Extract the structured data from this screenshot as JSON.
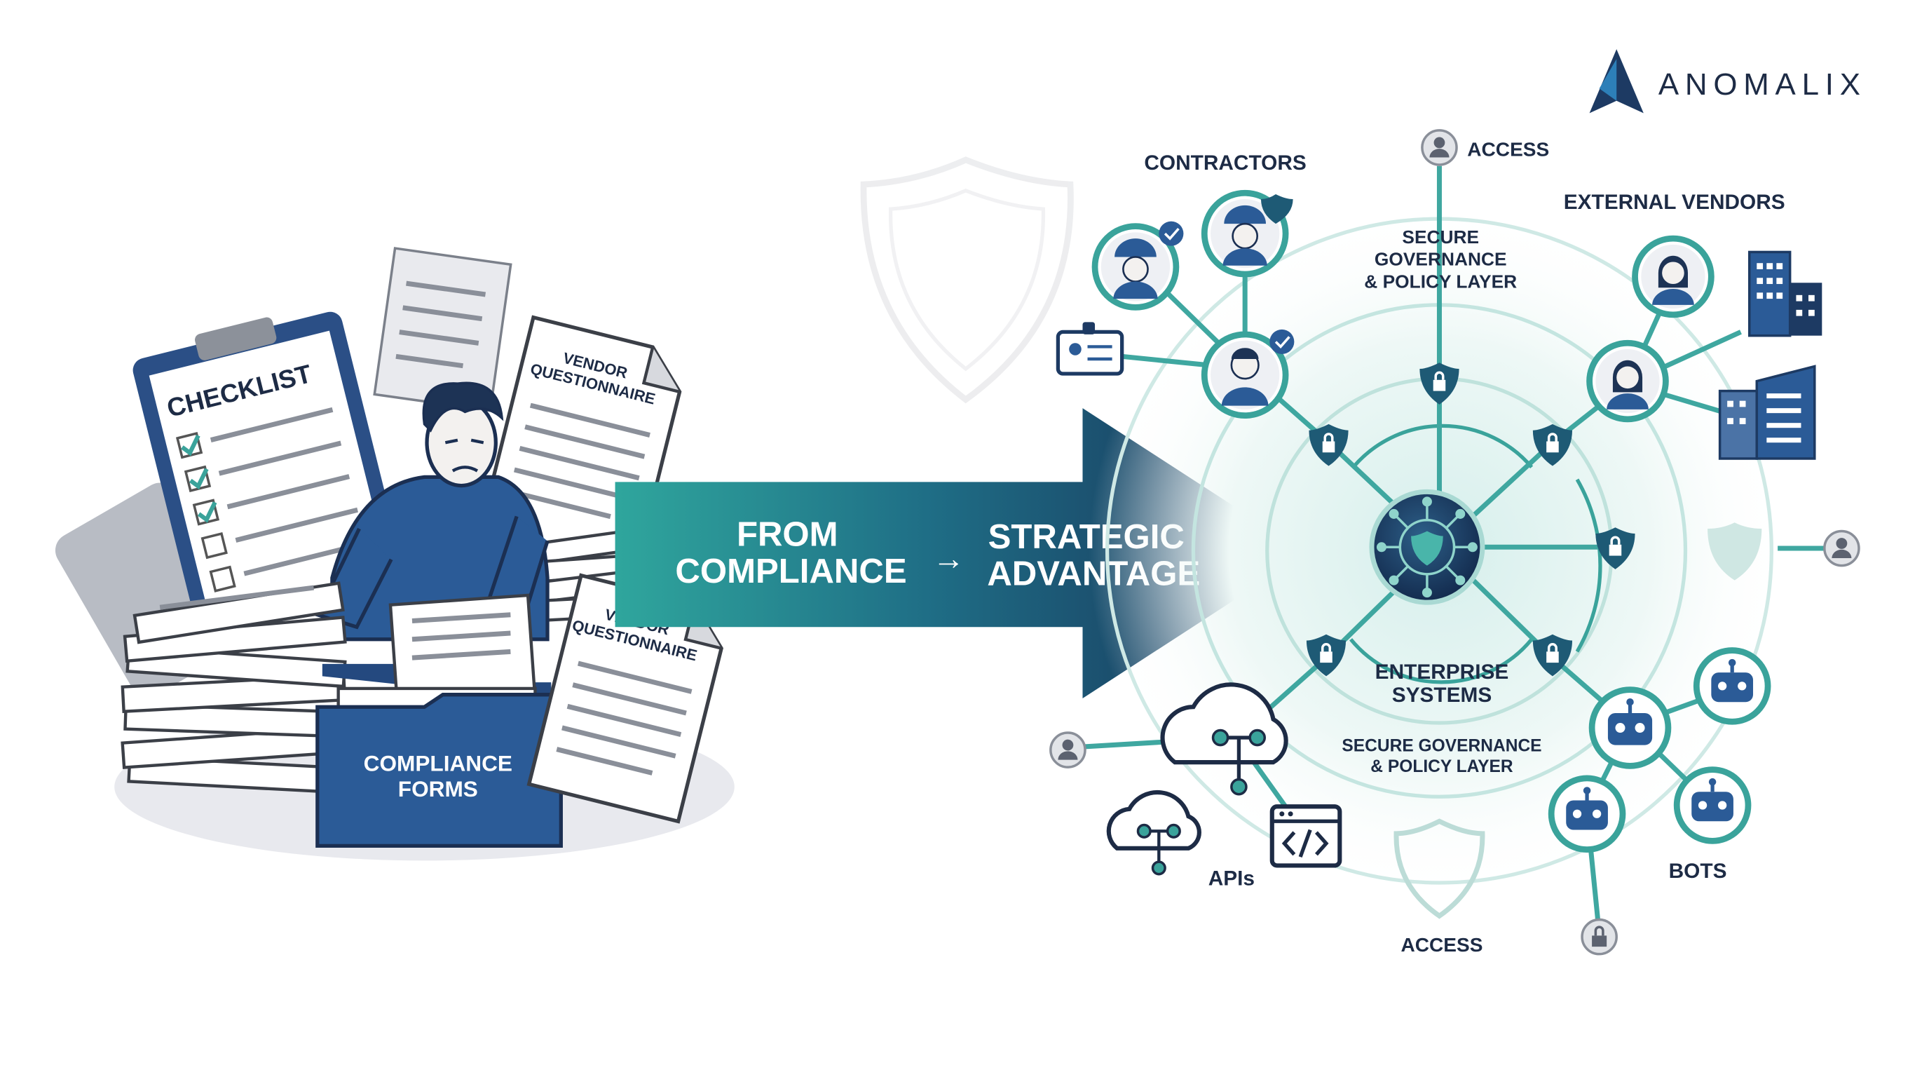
{
  "brand": {
    "name": "ANOMALIX"
  },
  "left_panel": {
    "checklist_title": "CHECKLIST",
    "questionnaire_1": "VENDOR QUESTIONNAIRE",
    "questionnaire_2": "VENDOR QUESTIONNAIRE",
    "folder_line_1": "COMPLIANCE",
    "folder_line_2": "FORMS"
  },
  "arrow": {
    "from_line_1": "FROM",
    "from_line_2": "COMPLIANCE",
    "connector": "→",
    "to_line_1": "STRATEGIC",
    "to_line_2": "ADVANTAGE"
  },
  "network": {
    "hub_line_1": "ENTERPRISE",
    "hub_line_2": "SYSTEMS",
    "inner_layer_line_1": "SECURE GOVERNANCE",
    "inner_layer_line_2": "& POLICY LAYER",
    "outer_layer_line_1": "SECURE",
    "outer_layer_line_2": "GOVERNANCE",
    "outer_layer_line_3": "& POLICY LAYER",
    "groups": {
      "contractors": "CONTRACTORS",
      "external_vendors": "EXTERNAL VENDORS",
      "apis": "APIs",
      "bots": "BOTS",
      "access_top": "ACCESS",
      "access_bottom": "ACCESS"
    }
  },
  "colors": {
    "navy": "#1d3a63",
    "blue": "#2b5b97",
    "teal": "#35a39b",
    "light_teal": "#e6f4f2",
    "ink": "#1d2b45"
  },
  "icons": [
    "shield-lock-icon",
    "person-icon",
    "worker-icon",
    "building-icon",
    "robot-icon",
    "cloud-icon",
    "code-icon",
    "badge-icon",
    "check-badge-icon",
    "lock-icon"
  ]
}
